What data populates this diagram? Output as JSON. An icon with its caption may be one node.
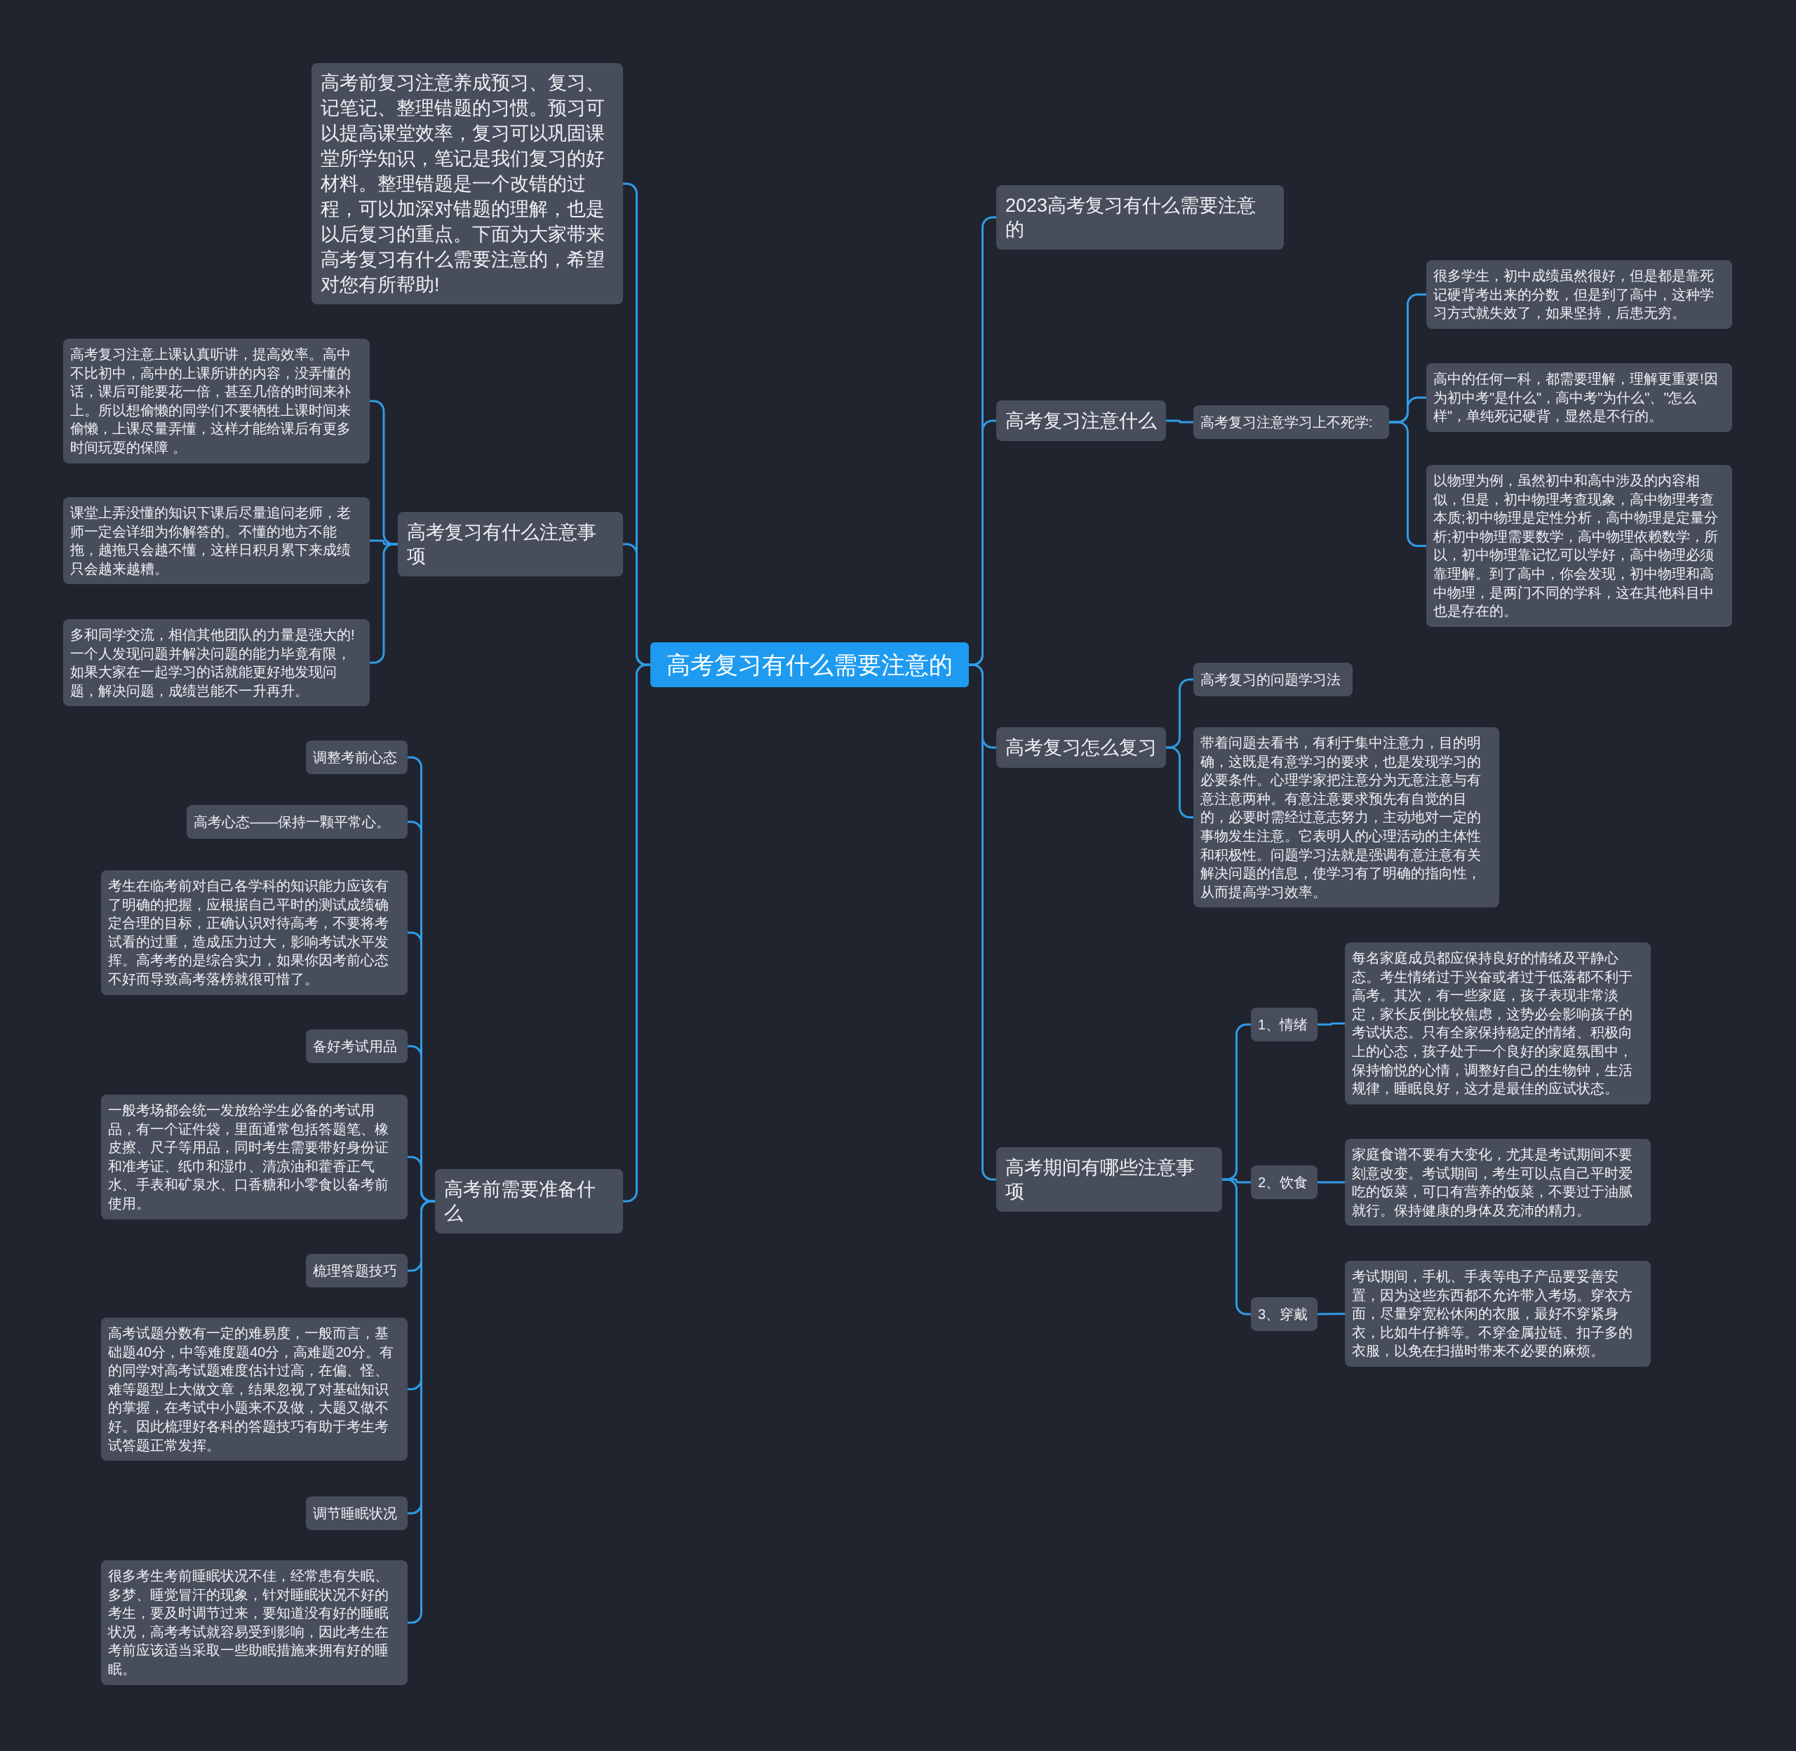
{
  "diagram": {
    "nodes": [
      {
        "text": [
          "高考复习有什么需要注意的"
        ]
      },
      {
        "text": [
          "高考前复习注意养成预习、复习、记笔记、整理错题的习惯。预习可以提高课堂效率，复习可以巩固课堂所学知识，笔记是我们复习的好材料。整理错题是一个改错的过程，可以加深对错题的理解，也是以后复习的重点。下面为大家带来高考复习有什么需要注意的，希望对您有所帮助!"
        ]
      },
      {
        "text": [
          "高考复习有什么注意事项"
        ]
      },
      {
        "text": [
          "高考复习注意上课认真听讲，提高效率。高中不比初中，高中的上课所讲的内容，没弄懂的话，课后可能要花一倍，甚至几倍的时间来补上。所以想偷懒的同学们不要牺牲上课时间来偷懒，上课尽量弄懂，这样才能给课后有更多时间玩耍的保障 。"
        ]
      },
      {
        "text": [
          "课堂上弄没懂的知识下课后尽量追问老师，老师一定会详细为你解答的。不懂的地方不能拖，越拖只会越不懂，这样日积月累下来成绩只会越来越糟。"
        ]
      },
      {
        "text": [
          "多和同学交流，相信其他团队的力量是强大的!一个人发现问题并解决问题的能力毕竟有限，如果大家在一起学习的话就能更好地发现问题，解决问题，成绩岂能不一升再升。"
        ]
      },
      {
        "text": [
          "高考前需要准备什么"
        ]
      },
      {
        "text": [
          "调整考前心态"
        ]
      },
      {
        "text": [
          "高考心态——保持一颗平常心。"
        ]
      },
      {
        "text": [
          "考生在临考前对自己各学科的知识能力应该有了明确的把握，应根据自己平时的测试成绩确定合理的目标，正确认识对待高考，不要将考试看的过重，造成压力过大，影响考试水平发挥。高考考的是综合实力，如果你因考前心态不好而导致高考落榜就很可惜了。"
        ]
      },
      {
        "text": [
          "备好考试用品"
        ]
      },
      {
        "text": [
          "一般考场都会统一发放给学生必备的考试用品，有一个证件袋，里面通常包括答题笔、橡皮擦、尺子等用品，同时考生需要带好身份证和准考证、纸巾和湿巾、清凉油和藿香正气水、手表和矿泉水、口香糖和小零食以备考前使用。"
        ]
      },
      {
        "text": [
          "梳理答题技巧"
        ]
      },
      {
        "text": [
          "高考试题分数有一定的难易度，一般而言，基础题40分，中等难度题40分，高难题20分。有的同学对高考试题难度估计过高，在偏、怪、难等题型上大做文章，结果忽视了对基础知识的掌握，在考试中小题来不及做，大题又做不好。因此梳理好各科的答题技巧有助于考生考试答题正常发挥。"
        ]
      },
      {
        "text": [
          "调节睡眠状况"
        ]
      },
      {
        "text": [
          "很多考生考前睡眠状况不佳，经常患有失眠、多梦、睡觉冒汗的现象，针对睡眠状况不好的考生，要及时调节过来，要知道没有好的睡眠状况，高考考试就容易受到影响，因此考生在考前应该适当采取一些助眠措施来拥有好的睡眠。"
        ]
      },
      {
        "text": [
          "2023高考复习有什么需要注意的"
        ]
      },
      {
        "text": [
          "高考复习注意什么"
        ]
      },
      {
        "text": [
          "高考复习注意学习上不死学:"
        ]
      },
      {
        "text": [
          "很多学生，初中成绩虽然很好，但是都是靠死记硬背考出来的分数，但是到了高中，这种学习方式就失效了，如果坚持，后患无穷。"
        ]
      },
      {
        "text": [
          "高中的任何一科，都需要理解，理解更重要!因为初中考\"是什么\"，高中考\"为什么\"、\"怎么样\"，单纯死记硬背，显然是不行的。"
        ]
      },
      {
        "text": [
          "以物理为例，虽然初中和高中涉及的内容相似，但是，初中物理考查现象，高中物理考查本质;初中物理是定性分析，高中物理是定量分析;初中物理需要数学，高中物理依赖数学，所以，初中物理靠记忆可以学好，高中物理必须靠理解。到了高中，你会发现，初中物理和高中物理，是两门不同的学科，这在其他科目中也是存在的。"
        ]
      },
      {
        "text": [
          "高考复习怎么复习"
        ]
      },
      {
        "text": [
          "高考复习的问题学习法"
        ]
      },
      {
        "text": [
          "带着问题去看书，有利于集中注意力，目的明确，这既是有意学习的要求，也是发现学习的必要条件。心理学家把注意分为无意注意与有意注意两种。有意注意要求预先有自觉的目的，必要时需经过意志努力，主动地对一定的事物发生注意。它表明人的心理活动的主体性和积极性。问题学习法就是强调有意注意有关解决问题的信息，使学习有了明确的指向性，从而提高学习效率。"
        ]
      },
      {
        "text": [
          "高考期间有哪些注意事项"
        ]
      },
      {
        "text": [
          "1、情绪"
        ]
      },
      {
        "text": [
          "每名家庭成员都应保持良好的情绪及平静心态。考生情绪过于兴奋或者过于低落都不利于高考。其次，有一些家庭，孩子表现非常淡定，家长反倒比较焦虑，这势必会影响孩子的考试状态。只有全家保持稳定的情绪、积极向上的心态，孩子处于一个良好的家庭氛围中，保持愉悦的心情，调整好自己的生物钟，生活规律，睡眠良好，这才是最佳的应试状态。"
        ]
      },
      {
        "text": [
          "2、饮食"
        ]
      },
      {
        "text": [
          "家庭食谱不要有大变化，尤其是考试期间不要刻意改变。考试期间，考生可以点自己平时爱吃的饭菜，可口有营养的饭菜，不要过于油腻就行。保持健康的身体及充沛的精力。"
        ]
      },
      {
        "text": [
          "3、穿戴"
        ]
      },
      {
        "text": [
          "考试期间，手机、手表等电子产品要妥善安置，因为这些东西都不允许带入考场。穿衣方面，尽量穿宽松休闲的衣服，最好不穿紧身衣，比如牛仔裤等。不穿金属拉链、扣子多的衣服，以免在扫描时带来不必要的麻烦。"
        ]
      }
    ],
    "edges": [
      {
        "from": 0,
        "to": 1,
        "arrow": "none"
      },
      {
        "from": 0,
        "to": 2,
        "arrow": "none"
      },
      {
        "from": 2,
        "to": 3,
        "arrow": "none"
      },
      {
        "from": 2,
        "to": 4,
        "arrow": "none"
      },
      {
        "from": 2,
        "to": 5,
        "arrow": "none"
      },
      {
        "from": 0,
        "to": 6,
        "arrow": "none"
      },
      {
        "from": 6,
        "to": 7,
        "arrow": "none"
      },
      {
        "from": 6,
        "to": 8,
        "arrow": "none"
      },
      {
        "from": 6,
        "to": 9,
        "arrow": "none"
      },
      {
        "from": 6,
        "to": 10,
        "arrow": "none"
      },
      {
        "from": 6,
        "to": 11,
        "arrow": "none"
      },
      {
        "from": 6,
        "to": 12,
        "arrow": "none"
      },
      {
        "from": 6,
        "to": 13,
        "arrow": "none"
      },
      {
        "from": 6,
        "to": 14,
        "arrow": "none"
      },
      {
        "from": 6,
        "to": 15,
        "arrow": "none"
      },
      {
        "from": 0,
        "to": 16,
        "arrow": "none"
      },
      {
        "from": 0,
        "to": 17,
        "arrow": "none"
      },
      {
        "from": 17,
        "to": 18,
        "arrow": "none"
      },
      {
        "from": 18,
        "to": 19,
        "arrow": "none"
      },
      {
        "from": 18,
        "to": 20,
        "arrow": "none"
      },
      {
        "from": 18,
        "to": 21,
        "arrow": "none"
      },
      {
        "from": 0,
        "to": 22,
        "arrow": "none"
      },
      {
        "from": 22,
        "to": 23,
        "arrow": "none"
      },
      {
        "from": 22,
        "to": 24,
        "arrow": "none"
      },
      {
        "from": 0,
        "to": 25,
        "arrow": "none"
      },
      {
        "from": 25,
        "to": 26,
        "arrow": "none"
      },
      {
        "from": 26,
        "to": 27,
        "arrow": "none"
      },
      {
        "from": 25,
        "to": 28,
        "arrow": "none"
      },
      {
        "from": 28,
        "to": 29,
        "arrow": "none"
      },
      {
        "from": 25,
        "to": 30,
        "arrow": "none"
      },
      {
        "from": 30,
        "to": 31,
        "arrow": "none"
      }
    ]
  }
}
